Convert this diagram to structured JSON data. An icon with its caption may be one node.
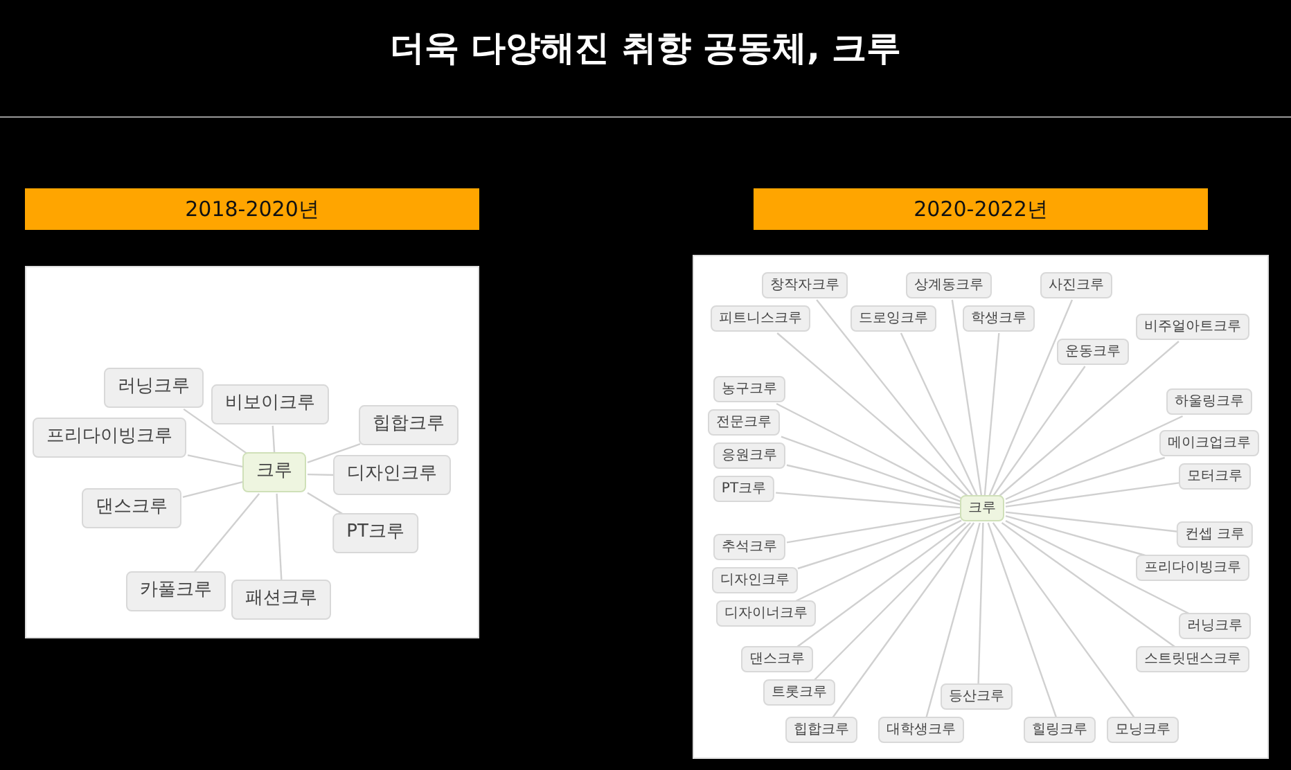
{
  "diagram": {
    "title": "더욱 다양해진 취향 공동체, 크루",
    "nodes": [
      {
        "text": [
          "2018-2020년"
        ]
      },
      {
        "text": [
          "2020-2022년"
        ]
      },
      {
        "text": [],
        "shape": "box"
      },
      {
        "text": [
          "크루"
        ],
        "in": 2
      },
      {
        "text": [
          "러닝크루"
        ],
        "in": 2
      },
      {
        "text": [
          "디자인크루"
        ],
        "in": 2
      },
      {
        "text": [
          "프리다이빙크루"
        ],
        "in": 2
      },
      {
        "text": [
          "비보이크루"
        ],
        "in": 2
      },
      {
        "text": [
          "힙합크루"
        ],
        "in": 2
      },
      {
        "text": [
          "댄스크루"
        ],
        "in": 2
      },
      {
        "text": [
          "PT크루"
        ],
        "in": 2
      },
      {
        "text": [
          "카풀크루"
        ],
        "in": 2
      },
      {
        "text": [
          "패션크루"
        ],
        "in": 2
      },
      {
        "text": [],
        "shape": "box"
      },
      {
        "text": [
          "크루"
        ],
        "in": 13
      },
      {
        "text": [
          "드로잉크루"
        ],
        "in": 13
      },
      {
        "text": [
          "학생크루"
        ],
        "in": 13
      },
      {
        "text": [
          "운동크루"
        ],
        "in": 13
      },
      {
        "text": [
          "전문크루"
        ],
        "in": 13
      },
      {
        "text": [
          "창작자크루"
        ],
        "in": 13
      },
      {
        "text": [
          "상계동크루"
        ],
        "in": 13
      },
      {
        "text": [
          "사진크루"
        ],
        "in": 13
      },
      {
        "text": [
          "메이크업크루"
        ],
        "in": 13
      },
      {
        "text": [
          "농구크루"
        ],
        "in": 13
      },
      {
        "text": [
          "피트니스크루"
        ],
        "in": 13
      },
      {
        "text": [
          "하울링크루"
        ],
        "in": 13
      },
      {
        "text": [
          "모터크루"
        ],
        "in": 13
      },
      {
        "text": [
          "PT크루"
        ],
        "in": 13
      },
      {
        "text": [
          "응원크루"
        ],
        "in": 13
      },
      {
        "text": [
          "비주얼아트크루"
        ],
        "in": 13
      },
      {
        "text": [
          "컨셉 크루"
        ],
        "in": 13
      },
      {
        "text": [
          "디자인크루"
        ],
        "in": 13
      },
      {
        "text": [
          "러닝크루"
        ],
        "in": 13
      },
      {
        "text": [
          "추석크루"
        ],
        "in": 13
      },
      {
        "text": [
          "디자이너크루"
        ],
        "in": 13
      },
      {
        "text": [
          "대학생크루"
        ],
        "in": 13
      },
      {
        "text": [
          "스트릿댄스크루"
        ],
        "in": 13
      },
      {
        "text": [
          "힐링크루"
        ],
        "in": 13
      },
      {
        "text": [
          "힙합크루"
        ],
        "in": 13
      },
      {
        "text": [
          "댄스크루"
        ],
        "in": 13
      },
      {
        "text": [
          "모닝크루"
        ],
        "in": 13
      },
      {
        "text": [
          "트롯크루"
        ],
        "in": 13
      },
      {
        "text": [
          "등산크루"
        ],
        "in": 13
      },
      {
        "text": [
          "프리다이빙크루"
        ],
        "in": 13
      }
    ],
    "edges": [
      {
        "from": 3,
        "to": 4,
        "arrow": "none"
      },
      {
        "from": 3,
        "to": 5,
        "arrow": "none"
      },
      {
        "from": 3,
        "to": 6,
        "arrow": "none"
      },
      {
        "from": 3,
        "to": 7,
        "arrow": "none"
      },
      {
        "from": 3,
        "to": 8,
        "arrow": "none"
      },
      {
        "from": 3,
        "to": 9,
        "arrow": "none"
      },
      {
        "from": 3,
        "to": 10,
        "arrow": "none"
      },
      {
        "from": 3,
        "to": 11,
        "arrow": "none"
      },
      {
        "from": 3,
        "to": 12,
        "arrow": "none"
      },
      {
        "from": 14,
        "to": 15,
        "arrow": "none"
      },
      {
        "from": 14,
        "to": 16,
        "arrow": "none"
      },
      {
        "from": 14,
        "to": 17,
        "arrow": "none"
      },
      {
        "from": 14,
        "to": 18,
        "arrow": "none"
      },
      {
        "from": 14,
        "to": 19,
        "arrow": "none"
      },
      {
        "from": 14,
        "to": 20,
        "arrow": "none"
      },
      {
        "from": 14,
        "to": 21,
        "arrow": "none"
      },
      {
        "from": 14,
        "to": 22,
        "arrow": "none"
      },
      {
        "from": 14,
        "to": 23,
        "arrow": "none"
      },
      {
        "from": 14,
        "to": 24,
        "arrow": "none"
      },
      {
        "from": 14,
        "to": 25,
        "arrow": "none"
      },
      {
        "from": 14,
        "to": 26,
        "arrow": "none"
      },
      {
        "from": 14,
        "to": 27,
        "arrow": "none"
      },
      {
        "from": 14,
        "to": 28,
        "arrow": "none"
      },
      {
        "from": 14,
        "to": 29,
        "arrow": "none"
      },
      {
        "from": 14,
        "to": 30,
        "arrow": "none"
      },
      {
        "from": 14,
        "to": 31,
        "arrow": "none"
      },
      {
        "from": 14,
        "to": 32,
        "arrow": "none"
      },
      {
        "from": 14,
        "to": 33,
        "arrow": "none"
      },
      {
        "from": 14,
        "to": 34,
        "arrow": "none"
      },
      {
        "from": 14,
        "to": 35,
        "arrow": "none"
      },
      {
        "from": 14,
        "to": 36,
        "arrow": "none"
      },
      {
        "from": 14,
        "to": 37,
        "arrow": "none"
      },
      {
        "from": 14,
        "to": 38,
        "arrow": "none"
      },
      {
        "from": 14,
        "to": 39,
        "arrow": "none"
      },
      {
        "from": 14,
        "to": 40,
        "arrow": "none"
      },
      {
        "from": 14,
        "to": 41,
        "arrow": "none"
      },
      {
        "from": 14,
        "to": 42,
        "arrow": "none"
      },
      {
        "from": 14,
        "to": 43,
        "arrow": "none"
      }
    ]
  }
}
